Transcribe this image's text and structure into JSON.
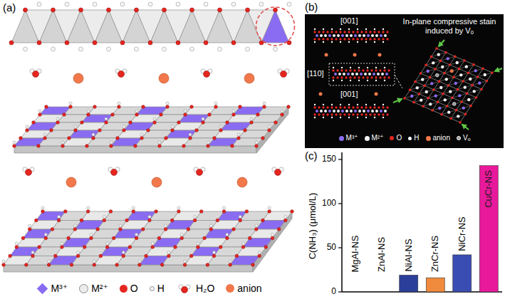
{
  "diagram": {
    "nodes": [
      {
        "text": [
          "[001]",
          "[110]",
          "[001]",
          "In-plane compressive stain induced by Vₒ"
        ]
      }
    ],
    "labels": [
      "(a)",
      "(b)",
      "(c)",
      "0",
      "50",
      "100",
      "150",
      "C(NH₃) (μmol/L)",
      "MgAl-NS",
      "ZnAl-NS",
      "NiAl-NS",
      "ZnCr-NS",
      "NiCr-NS",
      "CuCr-NS"
    ],
    "legend": [
      {
        "text": "M³⁺",
        "color": "#8a6cf2"
      },
      {
        "text": "M²⁺",
        "color": "#ececec"
      },
      {
        "text": "O",
        "color": "#e4261f"
      },
      {
        "text": "H",
        "color": "#f6f6f6"
      },
      {
        "text": "H₂O"
      },
      {
        "text": "anion",
        "color": "#f2784b"
      },
      {
        "text": "M³⁺",
        "color": "#8a6cf2"
      },
      {
        "text": "M²⁺",
        "color": "#f2f2f2"
      },
      {
        "text": "O",
        "color": "#e4261f"
      },
      {
        "text": "H",
        "color": "#ffffff"
      },
      {
        "text": "anion",
        "color": "#f2784b"
      },
      {
        "text": "Vₒ",
        "color": "#9a9a9a"
      }
    ]
  }
}
